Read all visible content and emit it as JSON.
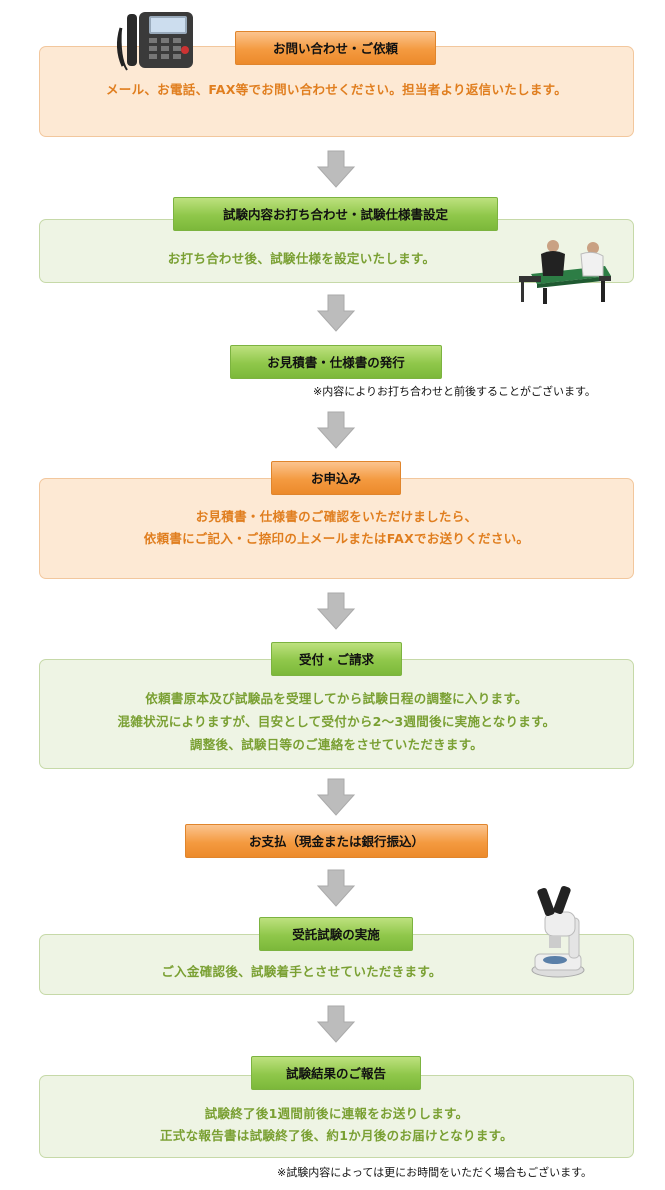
{
  "steps": [
    {
      "label": "お問い合わせ・ご依頼",
      "lines": [
        "メール、お電話、FAX等でお問い合わせください。担当者より返信いたします。"
      ]
    },
    {
      "label": "試験内容お打ち合わせ・試験仕様書設定",
      "lines": [
        "お打ち合わせ後、試験仕様を設定いたします。"
      ]
    },
    {
      "label": "お見積書・仕様書の発行",
      "note": "※内容によりお打ち合わせと前後することがございます。"
    },
    {
      "label": "お申込み",
      "lines": [
        "お見積書・仕様書のご確認をいただけましたら、",
        "依頼書にご記入・ご捺印の上メールまたはFAXでお送りください。"
      ]
    },
    {
      "label": "受付・ご請求",
      "lines": [
        "依頼書原本及び試験品を受理してから試験日程の調整に入ります。",
        "混雑状況によりますが、目安として受付から2～3週間後に実施となります。",
        "調整後、試験日等のご連絡をさせていただきます。"
      ]
    },
    {
      "label": "お支払（現金または銀行振込）"
    },
    {
      "label": "受託試験の実施",
      "lines": [
        "ご入金確認後、試験着手とさせていただきます。"
      ]
    },
    {
      "label": "試験結果のご報告",
      "lines": [
        "試験終了後1週間前後に連報をお送りします。",
        "正式な報告書は試験終了後、約1か月後のお届けとなります。"
      ]
    }
  ],
  "footer_note": "※試験内容によっては更にお時間をいただく場合もございます。",
  "colors": {
    "orange_label": "#f49a40",
    "orange_box": "#fde9d4",
    "orange_text": "#e07e1f",
    "green_label": "#8fc74a",
    "green_box": "#eef4e4",
    "green_text": "#7aa033",
    "arrow": "#bcbcbc"
  },
  "icons": [
    "telephone-icon",
    "meeting-icon",
    "microscope-icon",
    "down-arrow-icon"
  ]
}
